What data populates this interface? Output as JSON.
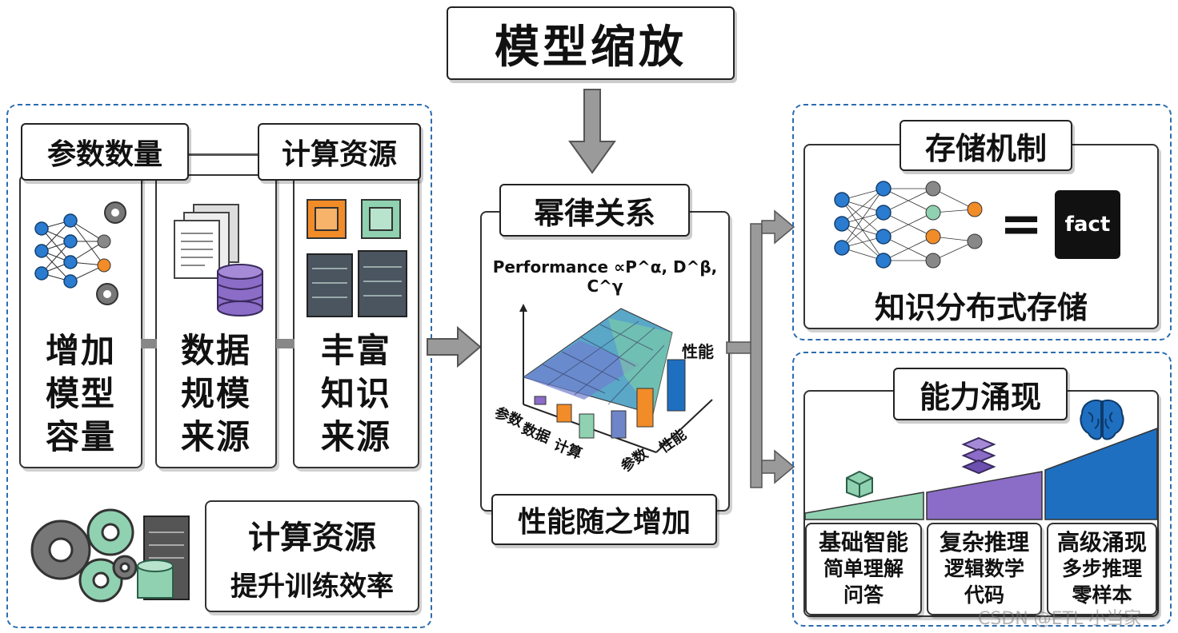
{
  "title": "模型缩放",
  "left": {
    "label_params": "参数数量",
    "label_compute": "计算资源",
    "col1": [
      "增加",
      "模型",
      "容量"
    ],
    "col2": [
      "数据",
      "规模",
      "来源"
    ],
    "col3": [
      "丰富",
      "知识",
      "来源"
    ],
    "bottom_title": "计算资源",
    "bottom_subtitle": "提升训练效率"
  },
  "center": {
    "label_top": "幂律关系",
    "formula": "Performance ∝P^α, D^β, C^γ",
    "axis_label_perf": "性能",
    "axis_labels_left": [
      "参数",
      "数据",
      "计算"
    ],
    "axis_labels_right": [
      "参数",
      "性能"
    ],
    "label_bottom": "性能随之增加"
  },
  "right_top": {
    "label": "存储机制",
    "equals": "=",
    "fact": "fact",
    "caption": "知识分布式存储"
  },
  "right_bottom": {
    "label": "能力涌现",
    "levels": [
      {
        "lines": [
          "基础智能",
          "简单理解",
          "问答"
        ]
      },
      {
        "lines": [
          "复杂推理",
          "逻辑数学",
          "代码"
        ]
      },
      {
        "lines": [
          "高级涌现",
          "多步推理",
          "零样本"
        ]
      }
    ]
  },
  "watermark": "CSDN @ETL 小当家",
  "colors": {
    "blue": "#2b6cb0",
    "orange": "#f28c28",
    "green": "#8fd1b0",
    "purple": "#8b6cc7",
    "gray": "#777777"
  }
}
